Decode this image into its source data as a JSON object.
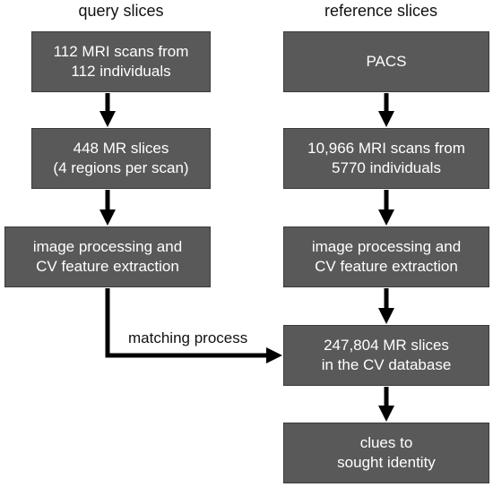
{
  "columns": {
    "left_title": "query slices",
    "right_title": "reference slices"
  },
  "left_boxes": [
    {
      "line1": "112 MRI scans from",
      "line2": "112 individuals"
    },
    {
      "line1": "448 MR slices",
      "line2": "(4 regions per scan)"
    },
    {
      "line1": "image processing and",
      "line2": "CV feature extraction"
    }
  ],
  "right_boxes": [
    {
      "line1": "PACS",
      "line2": ""
    },
    {
      "line1": "10,966 MRI scans from",
      "line2": "5770 individuals"
    },
    {
      "line1": "image processing and",
      "line2": "CV feature extraction"
    },
    {
      "line1": "247,804 MR slices",
      "line2": "in the CV database"
    },
    {
      "line1": "clues to",
      "line2": "sought identity"
    }
  ],
  "connector_label": "matching process",
  "colors": {
    "box_fill": "#595959",
    "box_text": "#ffffff",
    "arrow": "#000000"
  }
}
